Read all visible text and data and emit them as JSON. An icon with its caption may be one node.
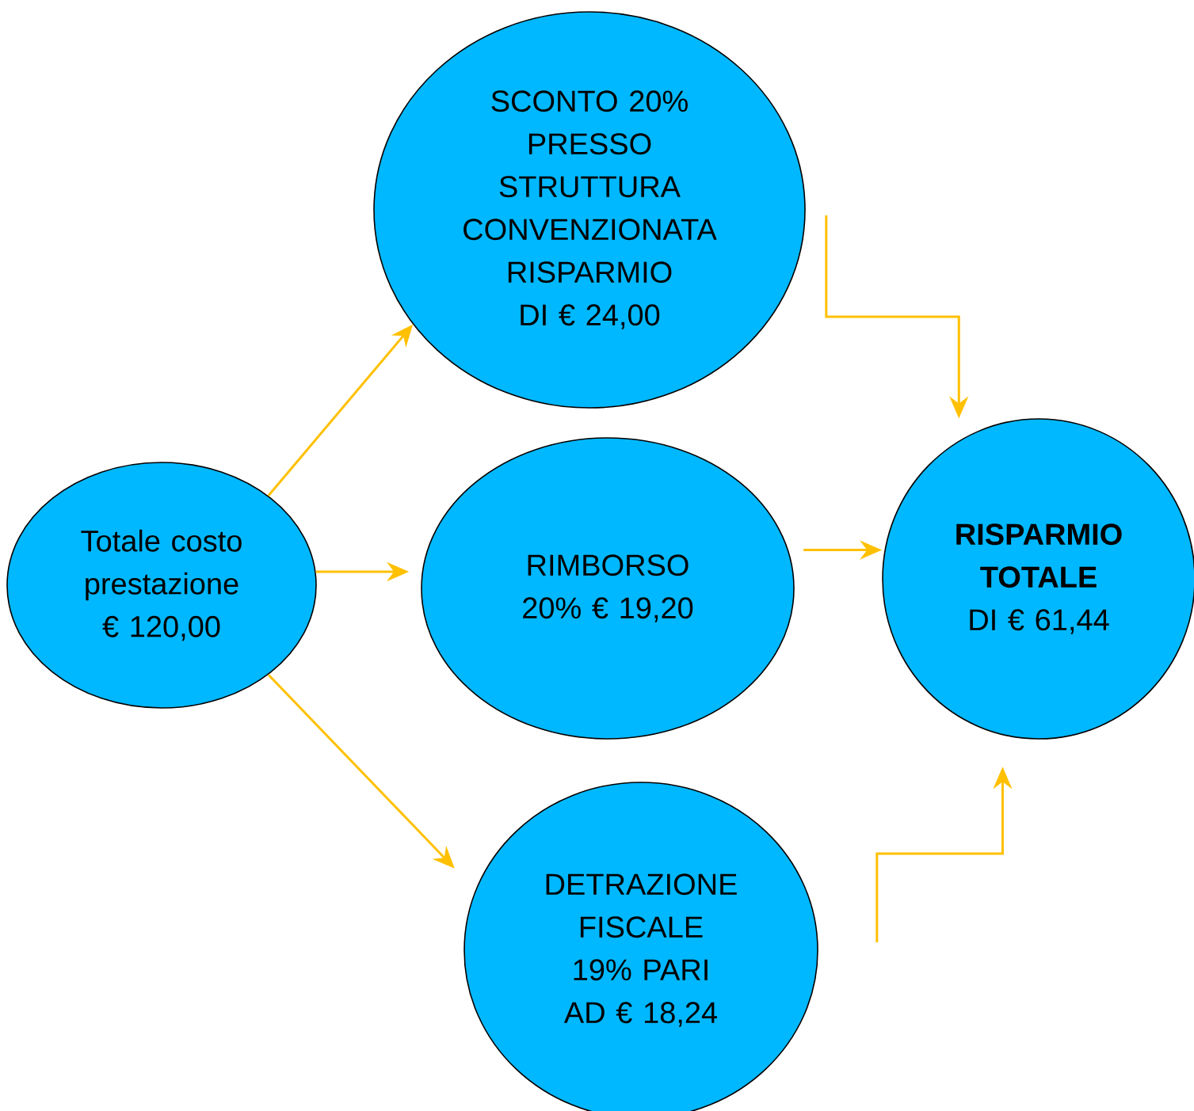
{
  "diagram": {
    "nodes": [
      {
        "text": [
          "Totale costo prestazione € 120,00"
        ]
      },
      {
        "text": [
          "SCONTO 20% PRESSO STRUTTURA CONVENZIONATA RISPARMIO DI € 24,00"
        ]
      },
      {
        "text": [
          "RIMBORSO 20% € 19,20"
        ]
      },
      {
        "text": [
          "DETRAZIONE FISCALE 19% PARI AD € 18,24"
        ]
      },
      {
        "text": [
          "**RISPARMIO TOTALE** DI € 61,44"
        ]
      }
    ],
    "edges": [
      {
        "from": 0,
        "to": 1,
        "arrow": "to"
      },
      {
        "from": 0,
        "to": 2,
        "arrow": "to"
      },
      {
        "from": 0,
        "to": 3,
        "arrow": "to"
      },
      {
        "from": 1,
        "to": 4,
        "arrow": "to"
      },
      {
        "from": 2,
        "to": 4,
        "arrow": "to"
      },
      {
        "from": 3,
        "to": 4,
        "arrow": "to"
      }
    ]
  }
}
